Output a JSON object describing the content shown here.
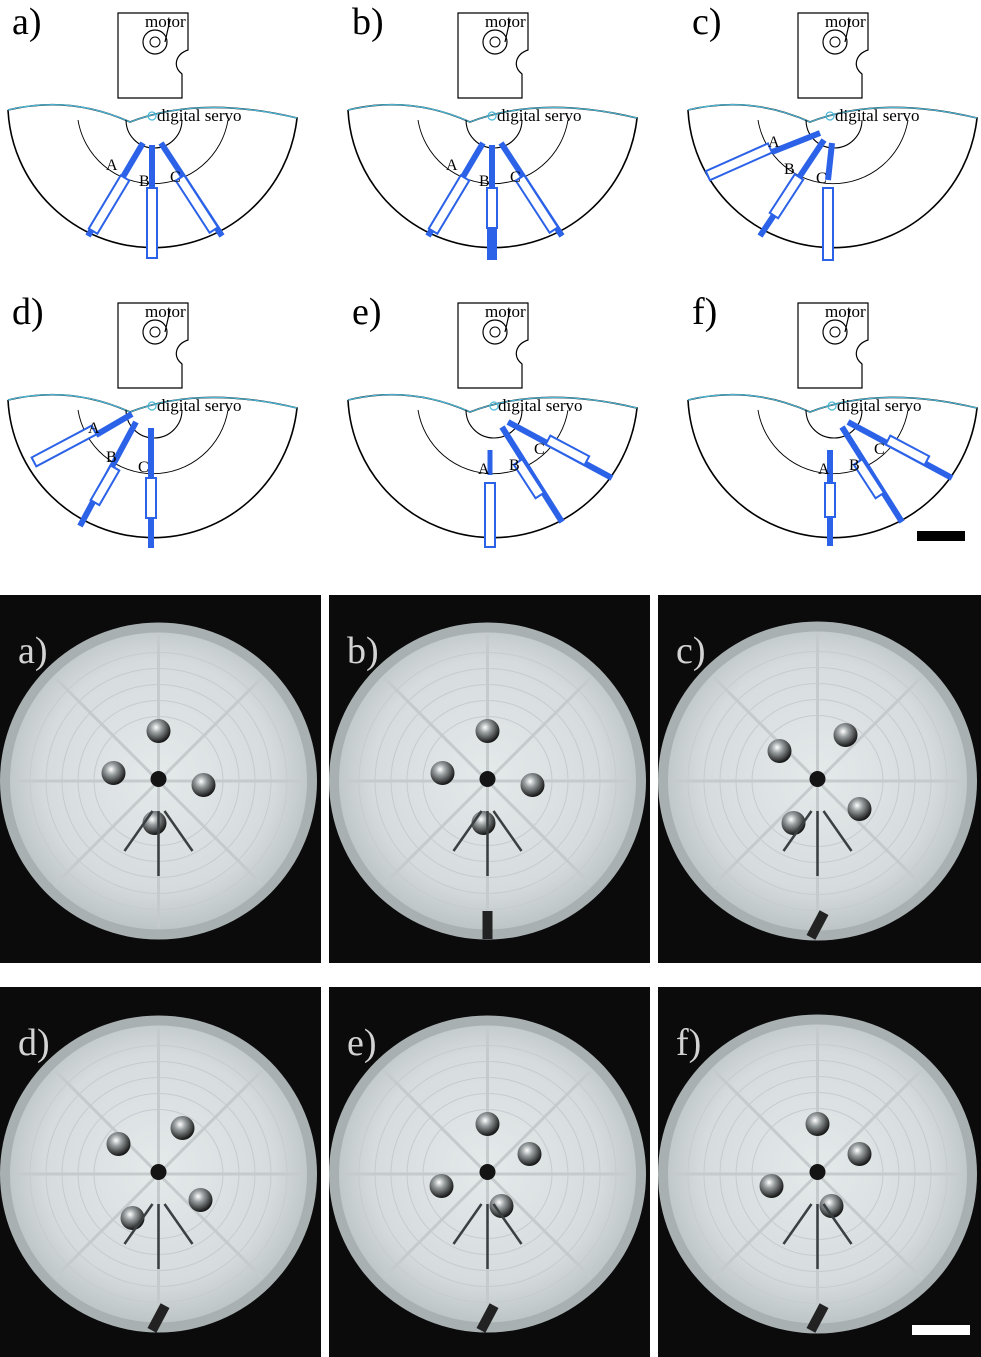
{
  "labels": {
    "motor": "motor",
    "servo": "digital servo",
    "channel_a": "A",
    "channel_b": "B",
    "channel_c": "C"
  },
  "colors": {
    "channel_blue": "#2b62e8",
    "outline_cyan": "#4ab8d8",
    "scale_bar": "#000000",
    "photo_scale_bar": "#ffffff"
  },
  "schematic_panels": [
    {
      "label": "a)",
      "filled": [
        "A",
        "C"
      ],
      "tilted": false
    },
    {
      "label": "b)",
      "filled": [
        "A",
        "B",
        "C"
      ],
      "tilted": false
    },
    {
      "label": "c)",
      "filled": [
        "B",
        "C"
      ],
      "tilted": true
    },
    {
      "label": "d)",
      "filled": [
        "A",
        "B",
        "C"
      ],
      "tilted": true
    },
    {
      "label": "e)",
      "filled": [
        "B",
        "C"
      ],
      "tilted": true
    },
    {
      "label": "f)",
      "filled": [
        "A",
        "B",
        "C"
      ],
      "tilted": true
    }
  ],
  "photo_panels": [
    {
      "label": "a)"
    },
    {
      "label": "b)"
    },
    {
      "label": "c)"
    },
    {
      "label": "d)"
    },
    {
      "label": "e)"
    },
    {
      "label": "f)"
    }
  ]
}
